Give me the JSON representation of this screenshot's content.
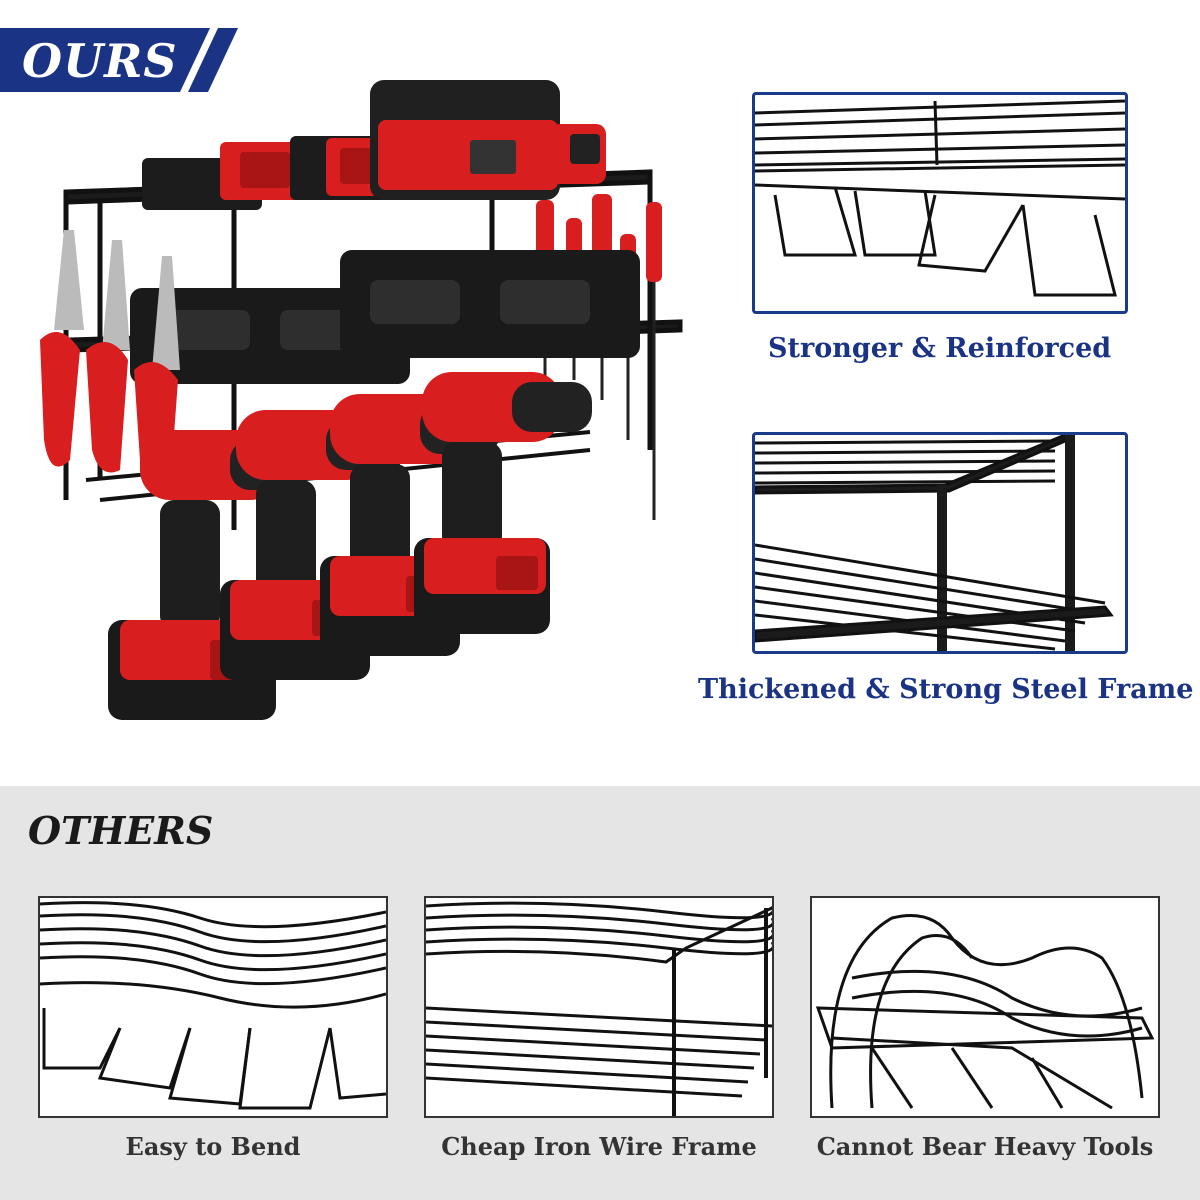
{
  "ours_label": "OURS",
  "others_label": "OTHERS",
  "brand_color": "#1a3385",
  "accent_color": "#d81e1e",
  "ours_features": [
    {
      "caption": "Stronger & Reinforced"
    },
    {
      "caption": "Thickened & Strong Steel Frame"
    }
  ],
  "others_features": [
    {
      "caption": "Easy to Bend"
    },
    {
      "caption": "Cheap Iron Wire Frame"
    },
    {
      "caption": "Cannot Bear Heavy Tools"
    }
  ]
}
